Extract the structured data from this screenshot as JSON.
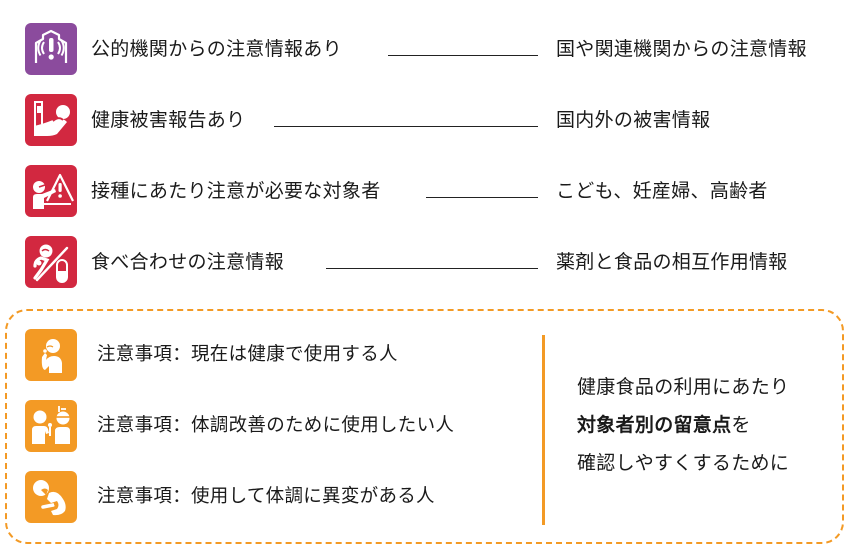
{
  "colors": {
    "purple": "#8b4b9d",
    "red": "#d22840",
    "orange": "#f39a25",
    "text": "#1a1a1a"
  },
  "info_rows": [
    {
      "icon": "public-agency-alert-icon",
      "icon_color": "#8b4b9d",
      "label": "公的機関からの注意情報あり",
      "description": "国や関連機関からの注意情報"
    },
    {
      "icon": "health-damage-report-icon",
      "icon_color": "#d22840",
      "label": "健康被害報告あり",
      "description": "国内外の被害情報"
    },
    {
      "icon": "vaccination-caution-icon",
      "icon_color": "#d22840",
      "label": "接種にあたり注意が必要な対象者",
      "description": "こども、妊産婦、高齢者"
    },
    {
      "icon": "food-drug-interaction-icon",
      "icon_color": "#d22840",
      "label": "食べ合わせの注意情報",
      "description": "薬剤と食品の相互作用情報"
    }
  ],
  "caution_box": {
    "items": [
      {
        "icon": "healthy-user-icon",
        "icon_color": "#f39a25",
        "label": "注意事項：現在は健康で使用する人"
      },
      {
        "icon": "improvement-user-icon",
        "icon_color": "#f39a25",
        "label": "注意事項：体調改善のために使用したい人"
      },
      {
        "icon": "unwell-user-icon",
        "icon_color": "#f39a25",
        "label": "注意事項：使用して体調に異変がある人"
      }
    ],
    "note": {
      "line1": "健康食品の利用にあたり",
      "line2_bold": "対象者別の留意点",
      "line2_rest": "を",
      "line3": "確認しやすくするために"
    }
  }
}
